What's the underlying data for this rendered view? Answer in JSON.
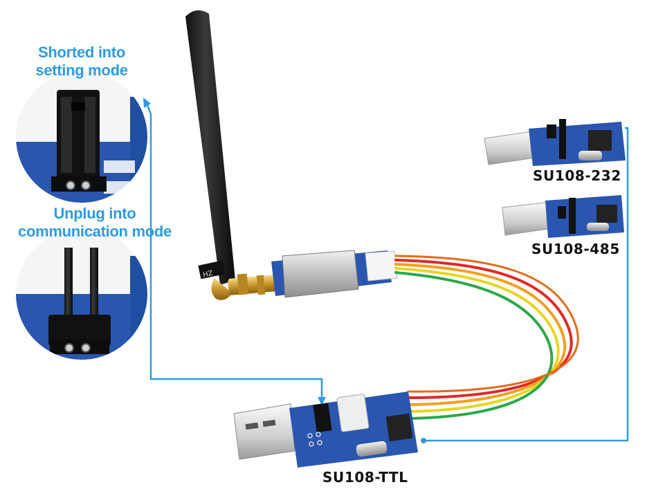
{
  "labels": {
    "setting_mode": [
      "Shorted into",
      "setting mode"
    ],
    "communication_mode": [
      "Unplug into",
      "communication mode"
    ],
    "su108_232": "SU108-232",
    "su108_485": "SU108-485",
    "su108_ttl": "SU108-TTL"
  },
  "colors": {
    "callout_blue": "#2e9be2",
    "pcb_blue": "#1f4fa0",
    "usb_silver": "#d8d8d8"
  },
  "icons": {
    "antenna": "antenna-icon",
    "jumper": "jumper-icon"
  }
}
